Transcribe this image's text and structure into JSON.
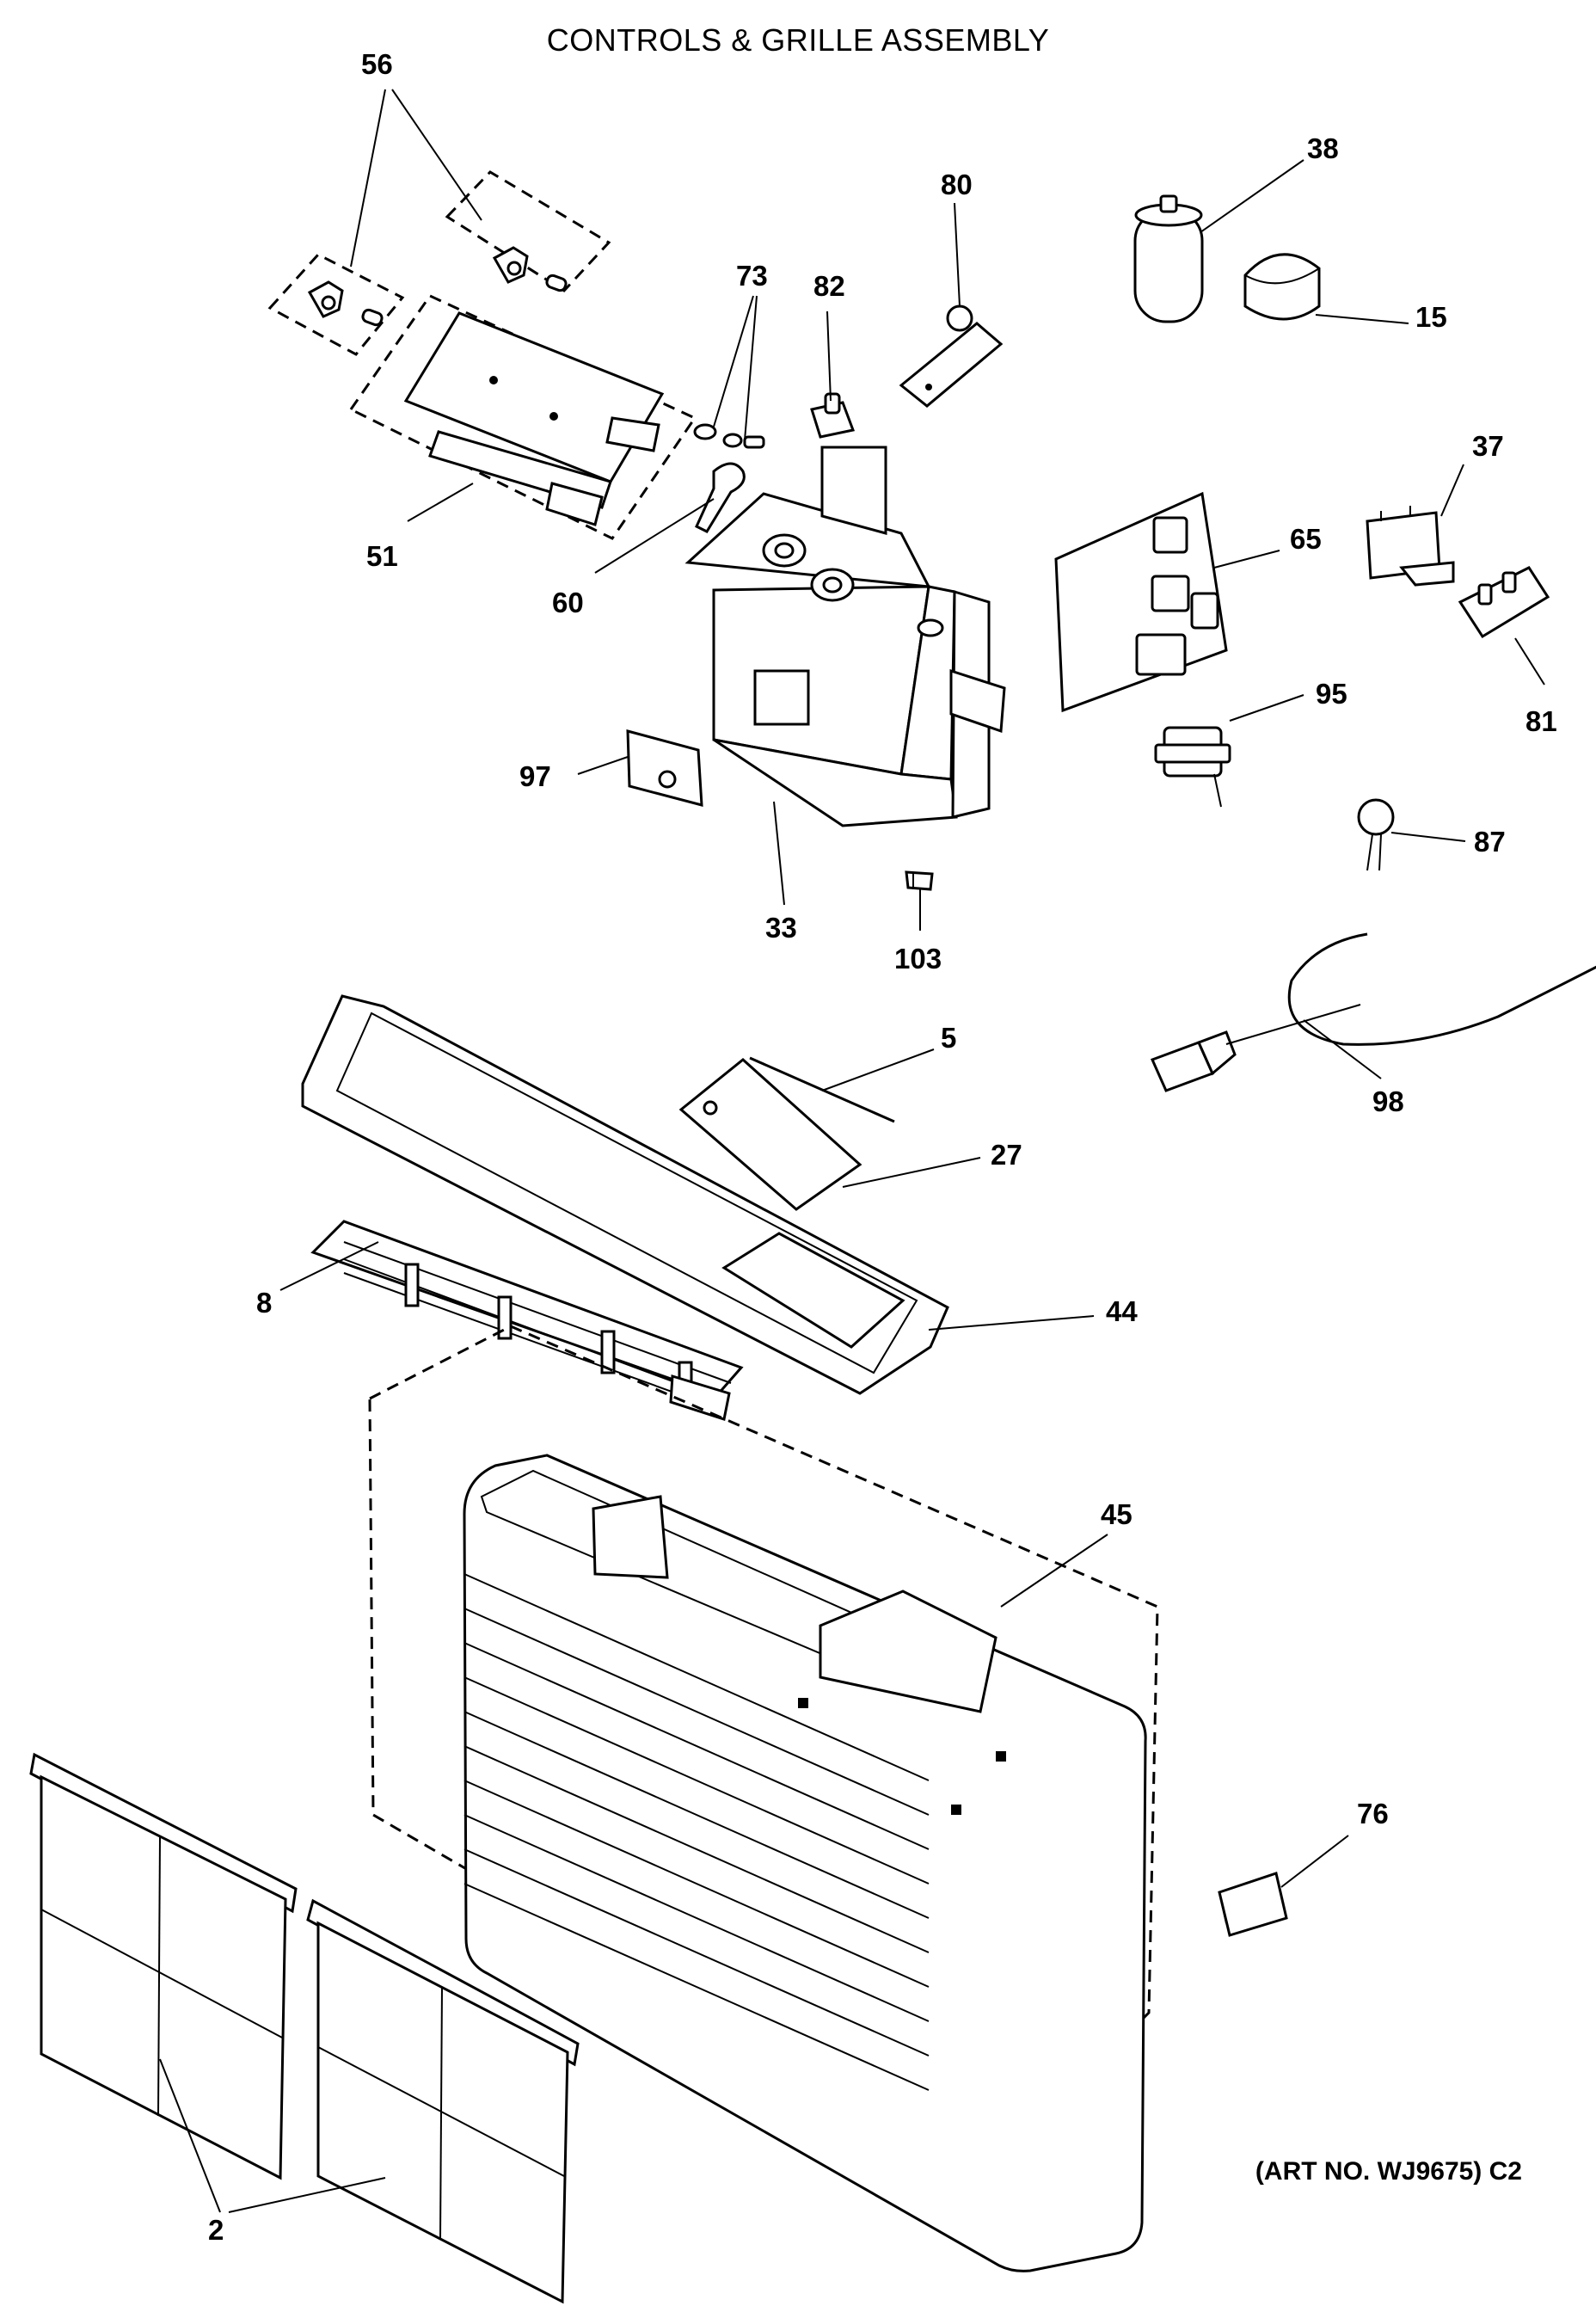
{
  "title": "CONTROLS & GRILLE ASSEMBLY",
  "art_number": "(ART NO. WJ9675) C2",
  "callouts": {
    "c56": "56",
    "c73": "73",
    "c82": "82",
    "c80": "80",
    "c38": "38",
    "c15": "15",
    "c37": "37",
    "c51": "51",
    "c60": "60",
    "c65": "65",
    "c81": "81",
    "c95": "95",
    "c97": "97",
    "c33": "33",
    "c87": "87",
    "c103": "103",
    "c5": "5",
    "c98": "98",
    "c27": "27",
    "c8": "8",
    "c44": "44",
    "c45": "45",
    "c76": "76",
    "c2": "2"
  }
}
